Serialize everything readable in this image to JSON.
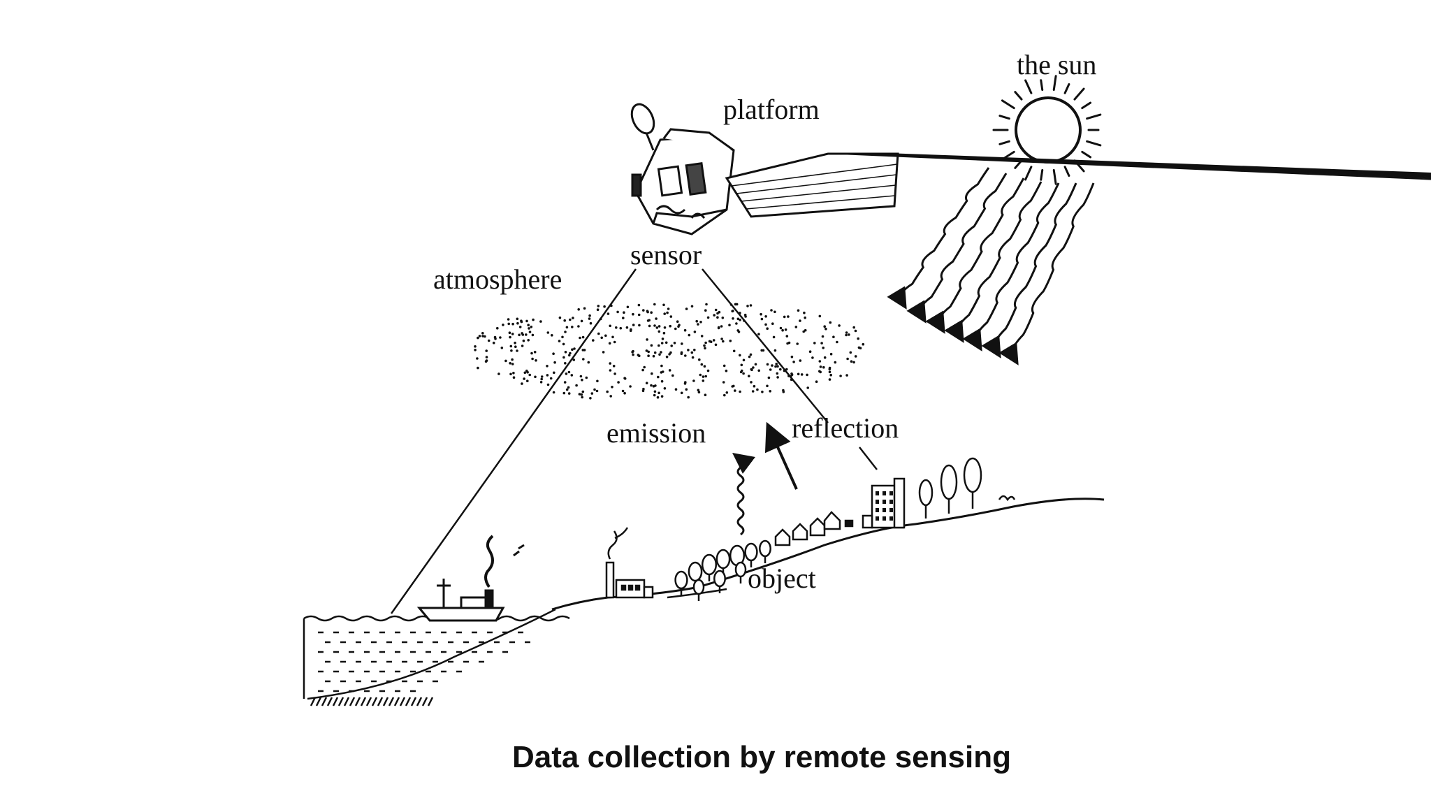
{
  "diagram": {
    "labels": {
      "the_sun": "the sun",
      "platform": "platform",
      "sensor": "sensor",
      "atmosphere": "atmosphere",
      "emission": "emission",
      "reflection": "reflection",
      "object": "object"
    },
    "caption": "Data collection by remote sensing"
  },
  "colors": {
    "ink": "#111111",
    "background": "#ffffff"
  }
}
